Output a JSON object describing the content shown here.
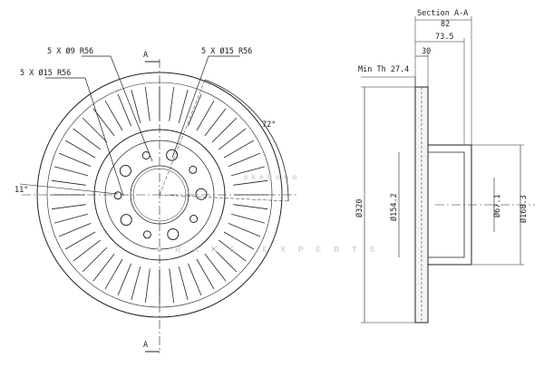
{
  "watermark": {
    "brand": "akebono",
    "tagline": "BRAKE EXPERTS",
    "color": "#c9c9c9"
  },
  "front_view": {
    "callouts": {
      "small_holes": "5 X Ø9 R56",
      "large_holes_right": "5 X Ø15 R56",
      "large_holes_left": "5 X Ø15 R56"
    },
    "angle_label": "72°",
    "small_angle_label": "11°",
    "section_marker_top": "A",
    "section_marker_bottom": "A"
  },
  "section_view": {
    "title": "Section A-A",
    "dimensions": {
      "total_height": "82",
      "hat_depth": "73.5",
      "pad_thickness": "30",
      "min_thickness": "Min Th 27.4",
      "outer_diameter": "Ø320",
      "hat_outer_diameter": "Ø154.2",
      "center_bore": "Ø67.1",
      "hat_inner_diameter": "Ø168.3"
    }
  }
}
